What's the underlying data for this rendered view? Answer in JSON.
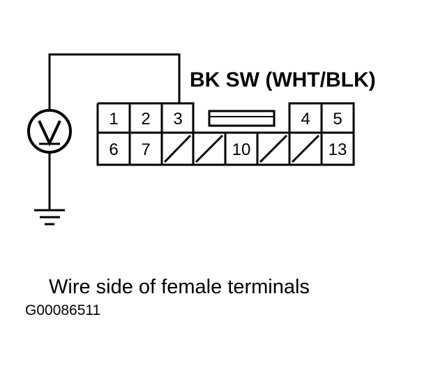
{
  "wire_label": "BK SW (WHT/BLK)",
  "connector": {
    "top_row_left": [
      "1",
      "2",
      "3"
    ],
    "top_row_right": [
      "4",
      "5"
    ],
    "bottom_row": [
      "6",
      "7",
      "",
      "",
      "10",
      "",
      "",
      "13"
    ]
  },
  "caption": "Wire side of female terminals",
  "figure_id": "G00086511",
  "icons": {
    "meter": "voltmeter-icon",
    "ground": "ground-icon"
  }
}
